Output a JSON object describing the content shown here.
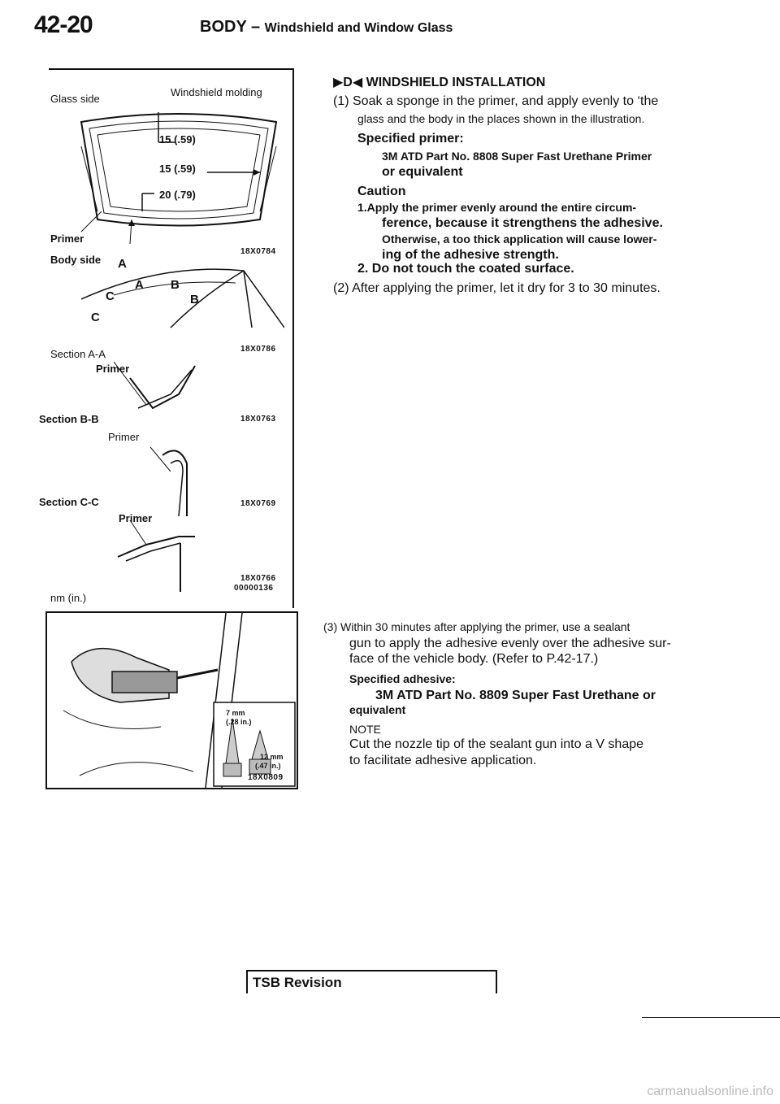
{
  "header": {
    "page_number": "42-20",
    "section": "BODY",
    "dash": "–",
    "subsection": "Windshield and Window Glass"
  },
  "figure_labels": {
    "glass_side": "Glass side",
    "windshield_molding": "Windshield molding",
    "dim1": "15 (.59)",
    "dim2": "15 (.59)",
    "dim3": "20 (.79)",
    "primer1": "Primer",
    "code1": "18X0784",
    "body_side": "Body side",
    "lbl_A1": "A",
    "lbl_A2": "A",
    "lbl_B1": "B",
    "lbl_B2": "B",
    "lbl_C1": "C",
    "lbl_C2": "C",
    "section_aa": "Section A-A",
    "code2": "18X0786",
    "primer2": "Primer",
    "section_bb": "Section B-B",
    "code3": "18X0763",
    "primer3": "Primer",
    "section_cc": "Section C-C",
    "code4": "18X0769",
    "primer4": "Primer",
    "code5": "18X0766",
    "code6": "00000136",
    "units": "nm (in.)"
  },
  "photo_labels": {
    "dim_a": "7 mm",
    "dim_a_in": "(.28 in.)",
    "dim_b": "12 mm",
    "dim_b_in": "(.47 in.)",
    "code": "18X0809"
  },
  "instructions": {
    "title": "▶D◀ WINDSHIELD INSTALLATION",
    "step1_a": "(1) Soak a sponge in the primer, and apply evenly to ‘the",
    "step1_b": "glass and the body in the places shown in the illustration.",
    "spec_primer_label": "Specified primer:",
    "spec_primer_1": "3M ATD Part No. 8808 Super Fast Urethane Primer",
    "spec_primer_2": "or equivalent",
    "caution_label": "Caution",
    "caution1_a": "1.Apply the primer evenly around the entire circum-",
    "caution1_b": "ference, because it strengthens the adhesive.",
    "caution1_c": "Otherwise, a too thick application will cause lower-",
    "caution1_d": "ing of the adhesive strength.",
    "caution2": "2. Do not touch the coated surface.",
    "step2": "(2) After applying the primer, let it dry for 3 to 30 minutes.",
    "step3_a": "(3) Within 30 minutes after applying the primer, use a sealant",
    "step3_b": "gun to apply the adhesive evenly over the adhesive sur-",
    "step3_c": "face of the vehicle body. (Refer to P.42-17.)",
    "spec_adhesive_label": "Specified adhesive:",
    "spec_adhesive_1": "3M ATD Part No. 8809 Super Fast Urethane or",
    "spec_adhesive_2": "equivalent",
    "note_label": "NOTE",
    "note_a": "Cut the nozzle tip of the sealant gun into a V shape",
    "note_b": "to facilitate adhesive application."
  },
  "footer": {
    "tsb": "TSB Revision",
    "watermark": "carmanualsonline.info"
  }
}
